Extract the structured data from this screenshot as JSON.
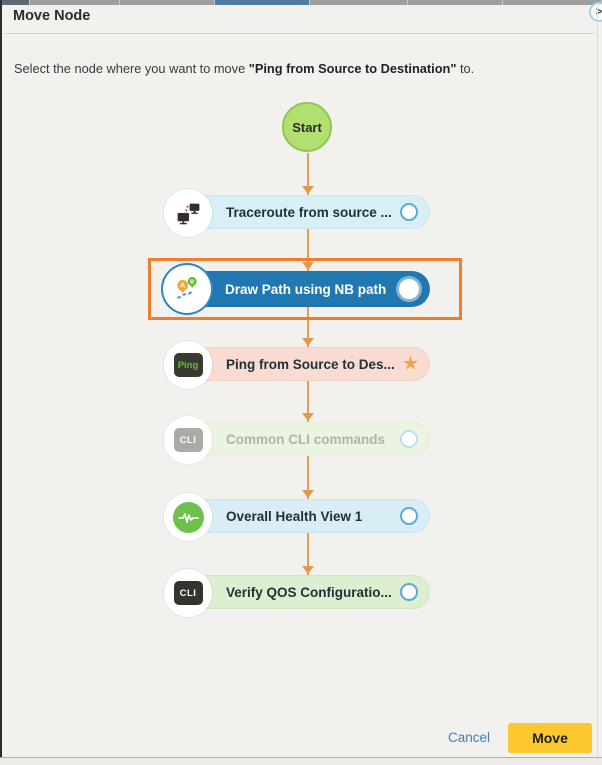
{
  "top_bar": {
    "expand_glyph": ">"
  },
  "dialog": {
    "title": "Move Node",
    "instruction": {
      "prefix": "Select the node where you want to move ",
      "emphasis": "\"Ping from Source to Destination\"",
      "suffix": " to."
    }
  },
  "flow": {
    "start": {
      "label": "Start"
    },
    "nodes": [
      {
        "label": "Traceroute from source ...",
        "icon": "traceroute-icon",
        "selector": "radio"
      },
      {
        "label": "Draw Path using NB path",
        "icon": "map-path-icon",
        "selector": "radio-selected",
        "state": "selected"
      },
      {
        "label": "Ping from Source to Des...",
        "icon": "ping-terminal-badge",
        "badge_text": "Ping",
        "selector": "star",
        "state": "node-being-moved"
      },
      {
        "label": "Common CLI commands",
        "icon": "cli-badge",
        "badge_text": "CLI",
        "selector": "radio",
        "state": "disabled"
      },
      {
        "label": "Overall Health View 1",
        "icon": "health-pulse-icon",
        "selector": "radio"
      },
      {
        "label": "Verify QOS Configuratio...",
        "icon": "cli-badge",
        "badge_text": "CLI",
        "selector": "radio"
      }
    ]
  },
  "footer": {
    "cancel_label": "Cancel",
    "move_label": "Move"
  },
  "colors": {
    "selected_node_bg": "#2178b0",
    "selection_outline": "#ee7e2b",
    "arrow": "#e09a4a",
    "start_node_bg": "#b2e070",
    "move_button_bg": "#fcc72f",
    "cancel_link": "#3d7ec0"
  }
}
